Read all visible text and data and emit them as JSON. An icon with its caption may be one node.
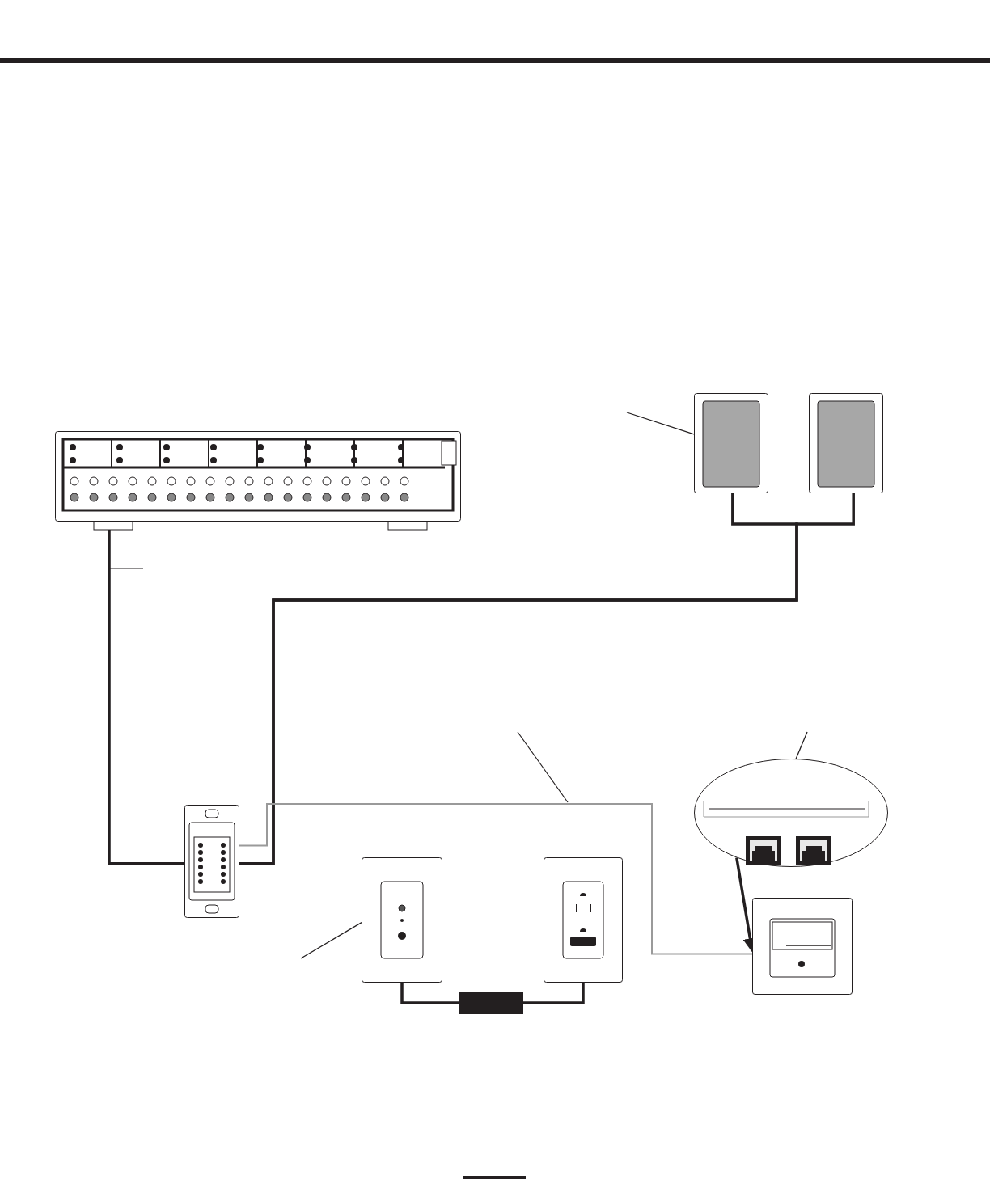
{
  "diagram": {
    "nodes": [
      {
        "text": [],
        "shape": "box"
      },
      {
        "text": [],
        "shape": "box"
      },
      {
        "text": [],
        "shape": "box"
      },
      {
        "text": [],
        "shape": "box"
      },
      {
        "text": [],
        "shape": "box"
      },
      {
        "text": [],
        "shape": "box"
      },
      {
        "text": [],
        "shape": "bar"
      },
      {
        "text": [],
        "shape": "ellipse"
      },
      {
        "text": [],
        "shape": "box"
      },
      {
        "text": [],
        "shape": "box",
        "in": 7
      },
      {
        "text": [],
        "shape": "box",
        "in": 7
      }
    ],
    "edges": [
      {
        "from": 0,
        "to": 3,
        "arrow": "none"
      },
      {
        "from": 1,
        "to": 3,
        "arrow": "none"
      },
      {
        "from": 2,
        "to": 3,
        "arrow": "none"
      },
      {
        "from": 3,
        "to": 8,
        "arrow": "none",
        "color": "#9a9a9a"
      },
      {
        "from": 4,
        "to": 6,
        "arrow": "none"
      },
      {
        "from": 6,
        "to": 5,
        "arrow": "none"
      },
      {
        "from": 7,
        "to": 8,
        "arrow": "to"
      },
      {
        "from": null,
        "to": 1,
        "arrow": "none"
      },
      {
        "from": null,
        "to": 9,
        "arrow": "none"
      },
      {
        "from": null,
        "to": 4,
        "arrow": "none"
      }
    ]
  }
}
